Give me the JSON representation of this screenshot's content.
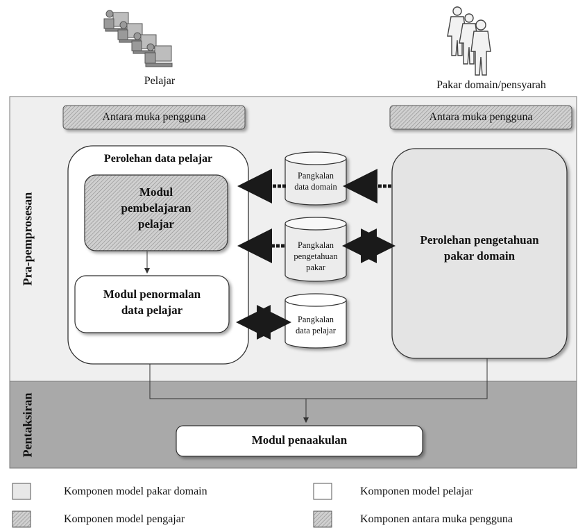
{
  "actors": {
    "learner_label": "Pelajar",
    "expert_label": "Pakar domain/pensyarah"
  },
  "zones": {
    "preprocessing_label": "Pra-pemprosesan",
    "assessment_label": "Pentaksiran"
  },
  "interfaces": {
    "left_label": "Antara muka pengguna",
    "right_label": "Antara muka pengguna"
  },
  "learner_data": {
    "title": "Perolehan data pelajar",
    "learning_module_lines": [
      "Modul",
      "pembelajaran",
      "pelajar"
    ],
    "normalization_module_lines": [
      "Modul penormalan",
      "data pelajar"
    ]
  },
  "databases": {
    "domain_lines": [
      "Pangkalan",
      "data domain"
    ],
    "expert_knowledge_lines": [
      "Pangkalan",
      "pengetahuan",
      "pakar"
    ],
    "learner_lines": [
      "Pangkalan",
      "data pelajar"
    ]
  },
  "expert_knowledge": {
    "lines": [
      "Perolehan pengetahuan",
      "pakar domain"
    ]
  },
  "assessment_module": {
    "label": "Modul penaakulan"
  },
  "legend": {
    "domain_expert_model": "Komponen model pakar domain",
    "learner_model": "Komponen model pelajar",
    "tutor_model": "Komponen model pengajar",
    "user_interface_component": "Komponen antara muka pengguna"
  },
  "colors": {
    "preprocessing_bg": "#efefef",
    "assessment_bg": "#a9a9a9",
    "expert_box_fill": "#e4e4e4",
    "hatch_fill": "#cfcfcf",
    "arrow": "#1a1a1a"
  }
}
